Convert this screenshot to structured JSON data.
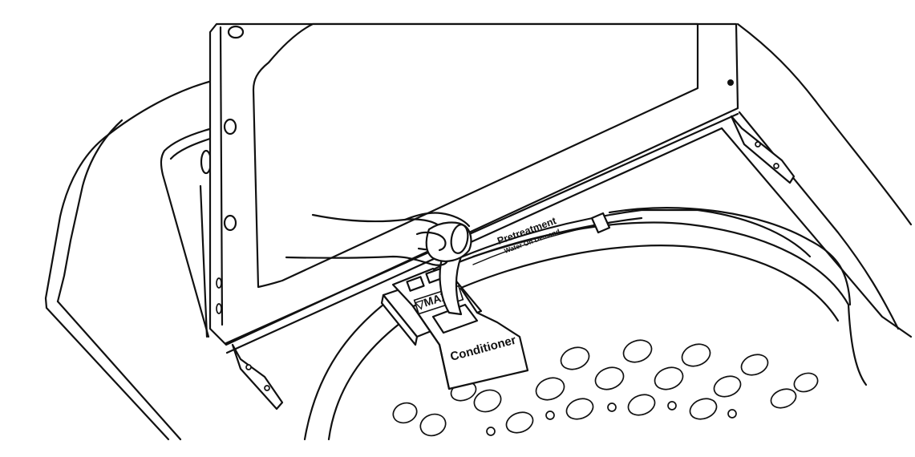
{
  "labels": {
    "pretreatment": "Pretreatment",
    "water_on_demand": "Water On Demand",
    "max_marker": "▽MAX",
    "conditioner": "Conditioner"
  },
  "colors": {
    "line": "#111111",
    "background": "#ffffff"
  }
}
